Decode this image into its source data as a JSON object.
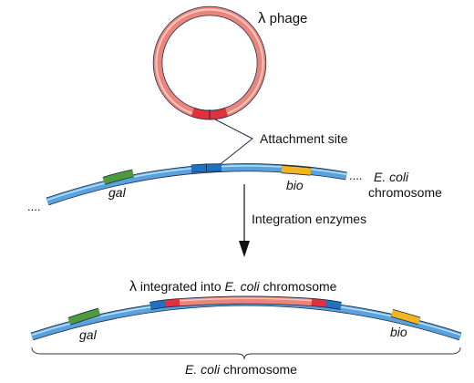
{
  "colors": {
    "phage_ring": "#e9857a",
    "phage_ring_light": "#f6c2ba",
    "chromosome": "#58a3dd",
    "chromosome_light": "#b9ddf6",
    "attachment_red": "#e2313d",
    "attachment_blue": "#1e73c0",
    "gal_gene": "#4e9a3c",
    "bio_gene": "#f2b51f",
    "outline": "#1d2a4a"
  },
  "labels": {
    "lambda": "λ",
    "phage": " phage",
    "attachment_site": "Attachment site",
    "dots_right": "....",
    "ecoli_italic": "E. coli",
    "chromosome_word": "chromosome",
    "dots_left": "....",
    "gal_top": "gal",
    "bio_top": "bio",
    "integration_enzymes": "Integration enzymes",
    "integrated_lambda": "λ",
    "integrated_text_1": " integrated into ",
    "integrated_ecoli": "E. coli",
    "integrated_text_2": " chromosome",
    "gal_bottom": "gal",
    "bio_bottom": "bio",
    "bottom_ecoli": "E. coli",
    "bottom_chromosome": " chromosome"
  }
}
